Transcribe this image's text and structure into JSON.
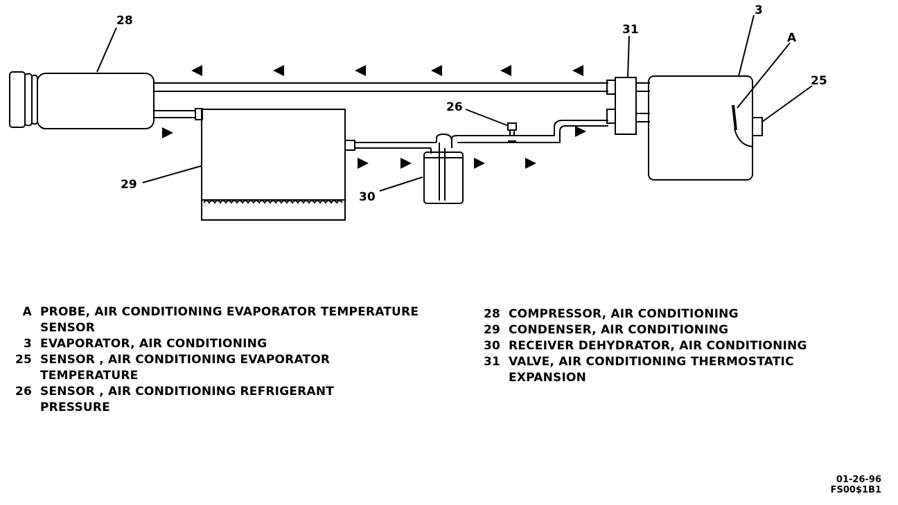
{
  "callouts": {
    "c28": "28",
    "c3": "3",
    "cA": "A",
    "c31": "31",
    "c25": "25",
    "c26": "26",
    "c29": "29",
    "c30": "30"
  },
  "legend": {
    "left": [
      {
        "key": "A",
        "text": "PROBE, AIR CONDITIONING EVAPORATOR TEMPERATURE\nSENSOR"
      },
      {
        "key": "3",
        "text": "EVAPORATOR, AIR CONDITIONING"
      },
      {
        "key": "25",
        "text": "SENSOR , AIR CONDITIONING EVAPORATOR\nTEMPERATURE"
      },
      {
        "key": "26",
        "text": "SENSOR , AIR CONDITIONING REFRIGERANT\nPRESSURE"
      }
    ],
    "right": [
      {
        "key": "28",
        "text": "COMPRESSOR, AIR CONDITIONING"
      },
      {
        "key": "29",
        "text": "CONDENSER, AIR CONDITIONING"
      },
      {
        "key": "30",
        "text": "RECEIVER DEHYDRATOR, AIR CONDITIONING"
      },
      {
        "key": "31",
        "text": "VALVE, AIR CONDITIONING THERMOSTATIC\nEXPANSION"
      }
    ]
  },
  "reference": {
    "date": "01-26-96",
    "code": "FS00$1B1"
  }
}
